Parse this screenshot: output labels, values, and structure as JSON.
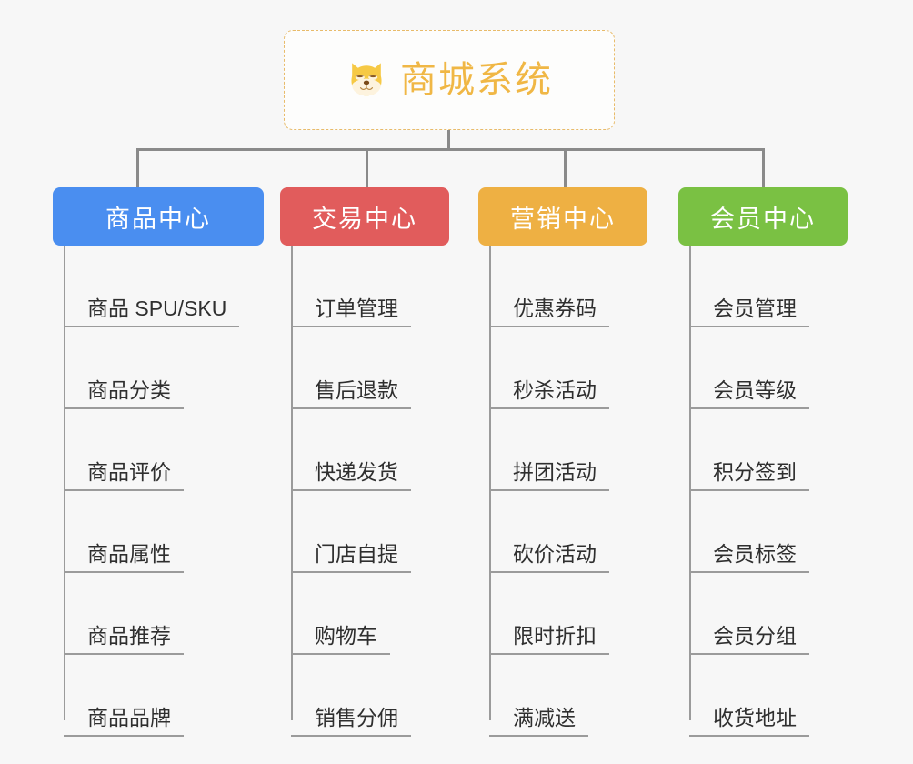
{
  "page": {
    "background_color": "#f7f7f7",
    "connector_color": "#8a8a8a",
    "leaf_rule_color": "#9b9b9b",
    "leaf_text_color": "#2f2f2f"
  },
  "root": {
    "title": "商城系统",
    "icon": "shiba-dog-face-emoji",
    "text_color": "#f0b745",
    "border_color": "#e8bb6a",
    "background_color": "#fdfdfc"
  },
  "branches": [
    {
      "id": "product-center",
      "label": "商品中心",
      "color": "#4a8ef0",
      "items": [
        "商品 SPU/SKU",
        "商品分类",
        "商品评价",
        "商品属性",
        "商品推荐",
        "商品品牌"
      ]
    },
    {
      "id": "trade-center",
      "label": "交易中心",
      "color": "#e15c5c",
      "items": [
        "订单管理",
        "售后退款",
        "快递发货",
        "门店自提",
        "购物车",
        "销售分佣"
      ]
    },
    {
      "id": "marketing-center",
      "label": "营销中心",
      "color": "#eeb043",
      "items": [
        "优惠券码",
        "秒杀活动",
        "拼团活动",
        "砍价活动",
        "限时折扣",
        "满减送"
      ]
    },
    {
      "id": "member-center",
      "label": "会员中心",
      "color": "#7ac143",
      "items": [
        "会员管理",
        "会员等级",
        "积分签到",
        "会员标签",
        "会员分组",
        "收货地址"
      ]
    }
  ]
}
